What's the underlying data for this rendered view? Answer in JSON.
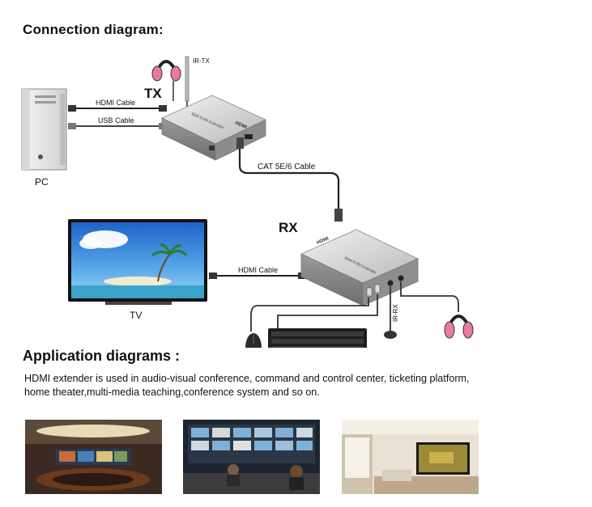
{
  "headings": {
    "connection": "Connection diagram:",
    "application": "Application diagrams :"
  },
  "description": "HDMI extender is used in audio-visual conference, command and control center, ticketing platform, home theater,multi-media teaching,conference system and so on.",
  "diagram": {
    "tx_label": "TX",
    "rx_label": "RX",
    "ir_tx": "IR-TX",
    "ir_rx": "IR-RX",
    "hdmi_cable_pc": "HDMI Cable",
    "usb_cable": "USB Cable",
    "cat_cable": "CAT 5E/6 Cable",
    "hdmi_cable_tv": "HDMI Cable",
    "pc_label": "PC",
    "tv_label": "TV",
    "device_name_tx": "60M KVM Extender",
    "device_name_rx": "60M KVM Extender",
    "hdmi_logo": "HDMI"
  },
  "photos": [
    {
      "name": "conference-room-photo"
    },
    {
      "name": "control-center-photo"
    },
    {
      "name": "home-theater-photo"
    }
  ]
}
